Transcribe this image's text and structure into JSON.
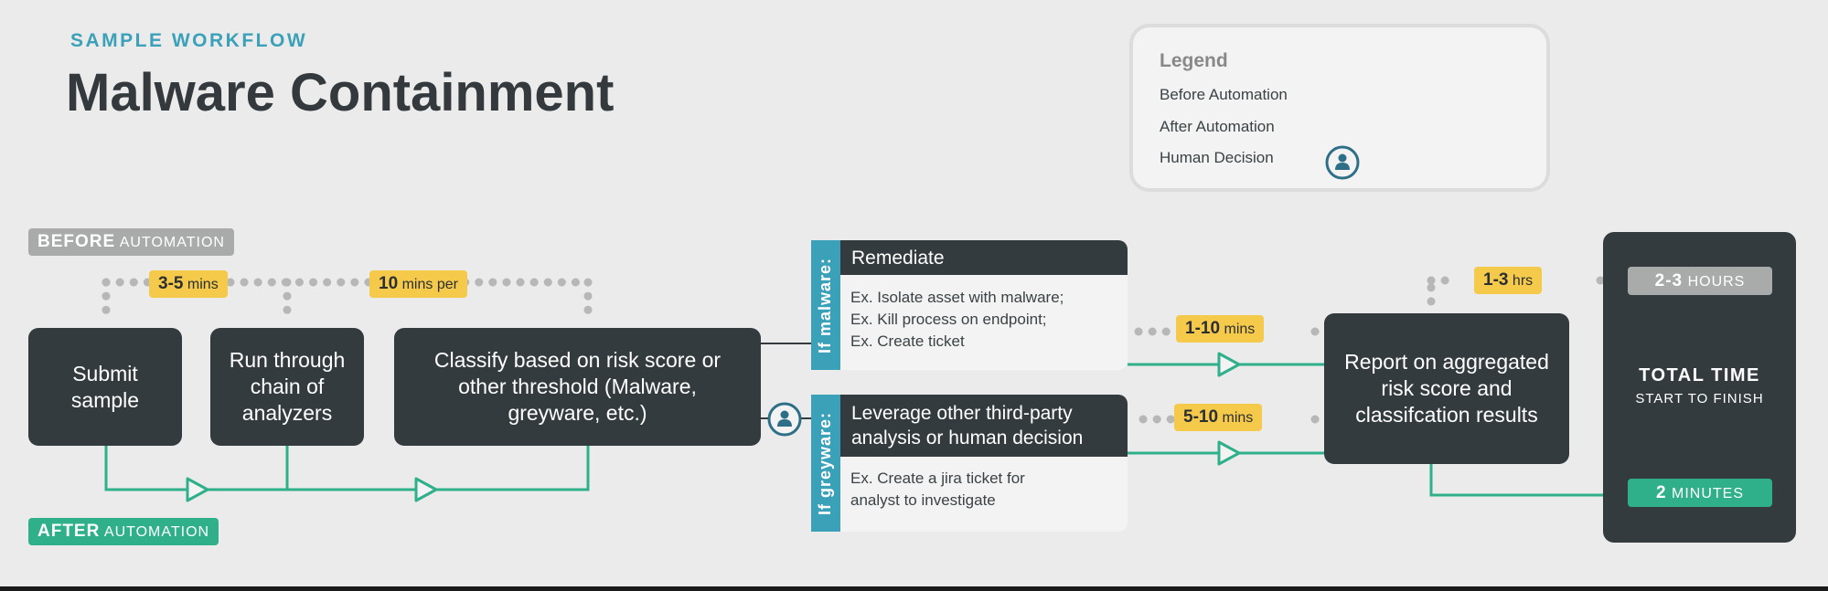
{
  "header": {
    "eyebrow": "SAMPLE WORKFLOW",
    "title": "Malware Containment"
  },
  "legend": {
    "title": "Legend",
    "before": "Before Automation",
    "after": "After Automation",
    "human": "Human Decision"
  },
  "labels": {
    "before_strong": "BEFORE",
    "before_rest": "AUTOMATION",
    "after_strong": "AFTER",
    "after_rest": "AUTOMATION"
  },
  "steps": {
    "submit": "Submit sample",
    "analyzers": "Run through chain of analyzers",
    "classify": "Classify based on risk score or other threshold (Malware, greyware, etc.)",
    "report": "Report on aggregated risk score and classifcation results"
  },
  "durations": {
    "d1_value": "3-5",
    "d1_unit": "mins",
    "d2_value": "10",
    "d2_unit": "mins per",
    "d3_value": "1-10",
    "d3_unit": "mins",
    "d4_value": "5-10",
    "d4_unit": "mins",
    "d5_value": "1-3",
    "d5_unit": "hrs"
  },
  "branches": {
    "malware": {
      "side": "If malware:",
      "head": "Remediate",
      "ex1": "Ex. Isolate asset with malware;",
      "ex2": "Ex. Kill process on endpoint;",
      "ex3": "Ex. Create ticket"
    },
    "greyware": {
      "side": "If greyware:",
      "head1": "Leverage other third-party",
      "head2": "analysis or human decision",
      "ex1": "Ex. Create a jira ticket for",
      "ex2": "analyst to investigate"
    }
  },
  "total": {
    "title": "TOTAL TIME",
    "subtitle": "START TO FINISH",
    "before_value": "2-3",
    "before_unit": "HOURS",
    "after_value": "2",
    "after_unit": "MINUTES"
  },
  "colors": {
    "before": "#a9abab",
    "after": "#2fb08a",
    "accent": "#3aa1b9",
    "dark": "#343b3e",
    "highlight": "#f5c94a"
  },
  "icons": {
    "human_decision": "person-circle-icon",
    "arrow": "triangle-outline-arrow"
  }
}
